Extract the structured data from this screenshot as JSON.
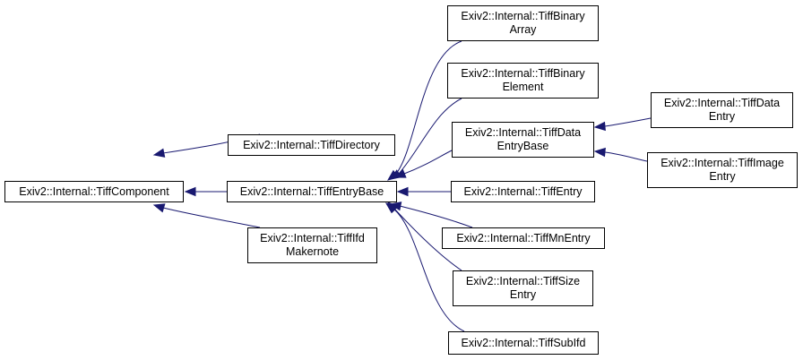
{
  "colors": {
    "edge": "#191970",
    "node_border": "#000000",
    "node_fill": "#ffffff",
    "text": "#000000"
  },
  "nodes": {
    "tiff_component": {
      "line1": "Exiv2::Internal::TiffComponent",
      "line2": ""
    },
    "tiff_directory": {
      "line1": "Exiv2::Internal::TiffDirectory",
      "line2": ""
    },
    "tiff_entry_base": {
      "line1": "Exiv2::Internal::TiffEntryBase",
      "line2": ""
    },
    "tiff_ifd_makernote": {
      "line1": "Exiv2::Internal::TiffIfd",
      "line2": "Makernote"
    },
    "tiff_binary_array": {
      "line1": "Exiv2::Internal::TiffBinary",
      "line2": "Array"
    },
    "tiff_binary_element": {
      "line1": "Exiv2::Internal::TiffBinary",
      "line2": "Element"
    },
    "tiff_data_entry_base": {
      "line1": "Exiv2::Internal::TiffData",
      "line2": "EntryBase"
    },
    "tiff_entry": {
      "line1": "Exiv2::Internal::TiffEntry",
      "line2": ""
    },
    "tiff_mn_entry": {
      "line1": "Exiv2::Internal::TiffMnEntry",
      "line2": ""
    },
    "tiff_size_entry": {
      "line1": "Exiv2::Internal::TiffSize",
      "line2": "Entry"
    },
    "tiff_sub_ifd": {
      "line1": "Exiv2::Internal::TiffSubIfd",
      "line2": ""
    },
    "tiff_data_entry": {
      "line1": "Exiv2::Internal::TiffData",
      "line2": "Entry"
    },
    "tiff_image_entry": {
      "line1": "Exiv2::Internal::TiffImage",
      "line2": "Entry"
    }
  },
  "edges": [
    {
      "from": "tiff_directory",
      "to": "tiff_component"
    },
    {
      "from": "tiff_entry_base",
      "to": "tiff_component"
    },
    {
      "from": "tiff_ifd_makernote",
      "to": "tiff_component"
    },
    {
      "from": "tiff_binary_array",
      "to": "tiff_entry_base"
    },
    {
      "from": "tiff_binary_element",
      "to": "tiff_entry_base"
    },
    {
      "from": "tiff_data_entry_base",
      "to": "tiff_entry_base"
    },
    {
      "from": "tiff_entry",
      "to": "tiff_entry_base"
    },
    {
      "from": "tiff_mn_entry",
      "to": "tiff_entry_base"
    },
    {
      "from": "tiff_size_entry",
      "to": "tiff_entry_base"
    },
    {
      "from": "tiff_sub_ifd",
      "to": "tiff_entry_base"
    },
    {
      "from": "tiff_data_entry",
      "to": "tiff_data_entry_base"
    },
    {
      "from": "tiff_image_entry",
      "to": "tiff_data_entry_base"
    }
  ]
}
